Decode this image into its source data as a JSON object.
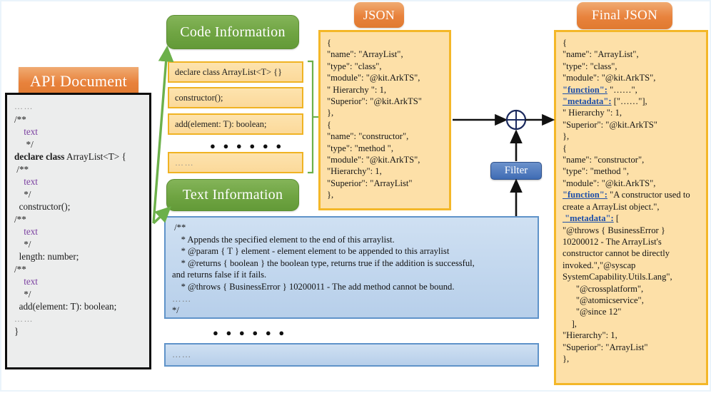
{
  "badges": {
    "api_document": "API Document",
    "code_information": "Code Information",
    "text_information": "Text Information",
    "json": "JSON",
    "final_json": "Final JSON",
    "filter": "Filter"
  },
  "api_document": {
    "lines": [
      "……",
      "/**",
      "    text",
      "     */",
      "declare class ArrayList<T> {",
      " /**",
      "    text",
      "    */",
      "  constructor();",
      "/**",
      "    text",
      "    */",
      "  length: number;",
      "/**",
      "    text",
      "    */",
      "  add(element: T): boolean;",
      "……",
      "}"
    ]
  },
  "code_information": {
    "rows": [
      "declare class ArrayList<T> {}",
      "constructor();",
      "add(element: T): boolean;",
      "……"
    ],
    "ellipsis": "● ● ● ● ● ●"
  },
  "text_information": {
    "block": [
      " /**",
      "    * Appends the specified element to the end of this arraylist.",
      "    * @param { T } element - element element to be appended to this arraylist",
      "    * @returns { boolean } the boolean type, returns true if the addition is successful,",
      "and returns false if it fails.",
      "    * @throws { BusinessError } 10200011 - The add method cannot be bound.",
      "……",
      "*/"
    ],
    "ellipsis": "● ● ● ● ● ●",
    "more": "……"
  },
  "json_box": {
    "lines": [
      "{",
      "\"name\": \"ArrayList\",",
      "\"type\": \"class\",",
      "\"module\": \"@kit.ArkTS\",",
      "\" Hierarchy \": 1,",
      "\"Superior\": \"@kit.ArkTS\"",
      "},",
      "{",
      "\"name\": \"constructor\",",
      "\"type\": \"method \",",
      "\"module\": \"@kit.ArkTS\",",
      "\"Hierarchy\": 1,",
      "\"Superior\": \"ArrayList\"",
      "},"
    ]
  },
  "final_json_box": {
    "lines": [
      {
        "text": "{"
      },
      {
        "text": "\"name\": \"ArrayList\","
      },
      {
        "text": "\"type\": \"class\","
      },
      {
        "text": "\"module\": \"@kit.ArkTS\","
      },
      {
        "key": "\"function\":",
        "text": " \"……\","
      },
      {
        "key": "\"metadata\":",
        "text": " [\"……\"],"
      },
      {
        "text": "\" Hierarchy \": 1,"
      },
      {
        "text": "\"Superior\": \"@kit.ArkTS\""
      },
      {
        "text": "},"
      },
      {
        "text": "{"
      },
      {
        "text": "\"name\": \"constructor\","
      },
      {
        "text": "\"type\": \"method \","
      },
      {
        "text": "\"module\": \"@kit.ArkTS\","
      },
      {
        "key": "\"function\":",
        "text": " \"A constructor used to create a ArrayList object.\","
      },
      {
        "key": " \"metadata\":",
        "text": " ["
      },
      {
        "text": "\"@throws { BusinessError } 10200012 - The ArrayList's constructor cannot be directly invoked.\",\"@syscap SystemCapability.Utils.Lang\","
      },
      {
        "text": "      \"@crossplatform\","
      },
      {
        "text": "      \"@atomicservice\","
      },
      {
        "text": "      \"@since 12\""
      },
      {
        "text": "    ],"
      },
      {
        "text": "\"Hierarchy\": 1,"
      },
      {
        "text": "\"Superior\": \"ArrayList\""
      },
      {
        "text": "},"
      }
    ]
  },
  "colors": {
    "orange_badge": "#e8823c",
    "green_badge": "#6fa442",
    "json_fill": "#fde0a8",
    "json_border": "#f4b728",
    "blue_fill": "#c3d7ee",
    "blue_border": "#5f93c9",
    "filter_blue": "#3f6cb4",
    "arrow_green": "#6cb04a",
    "arrow_black": "#111111",
    "key_blue": "#1f4fa8",
    "text_purple": "#7a3fa0"
  }
}
